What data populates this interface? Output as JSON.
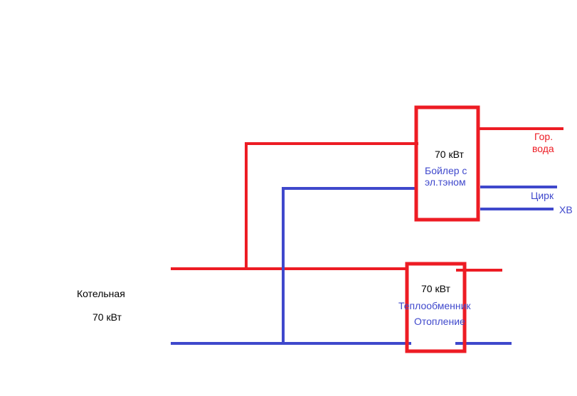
{
  "colors": {
    "hot": "#ED1C24",
    "cold": "#3F48CC",
    "text": "#000000"
  },
  "boiler_room": {
    "label": "Котельная",
    "power": "70 кВт"
  },
  "boiler": {
    "power": "70 кВт",
    "name_line1": "Бойлер с",
    "name_line2": "эл.тэном"
  },
  "outputs": {
    "hot_water_line1": "Гор.",
    "hot_water_line2": "вода",
    "circulation": "Цирк",
    "cold_water": "ХВ"
  },
  "heat_exchanger": {
    "power": "70 кВт",
    "name": "Теплообменник",
    "purpose": "Отопление"
  }
}
